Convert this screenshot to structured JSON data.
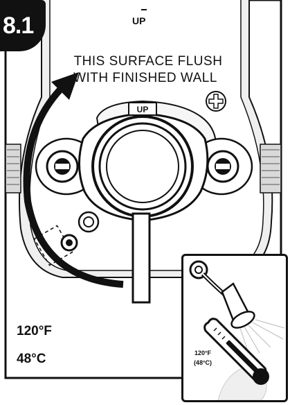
{
  "step": {
    "number": "8.1"
  },
  "valve": {
    "up_mark_top": "UP",
    "up_mark_body": "UP",
    "surface_label_line1": "THIS SURFACE FLUSH",
    "surface_label_line2": "WITH FINISHED WALL"
  },
  "temperature": {
    "fahrenheit": "120°F",
    "celsius": "48°C"
  },
  "inset": {
    "fahrenheit": "120°F",
    "celsius": "(48°C)"
  },
  "colors": {
    "ink": "#111111",
    "background": "#ffffff",
    "shade": "#d9d9d9"
  },
  "icons": [
    "phillips-screw-icon",
    "rotation-arrow-icon",
    "shower-head-icon",
    "thermometer-icon"
  ]
}
